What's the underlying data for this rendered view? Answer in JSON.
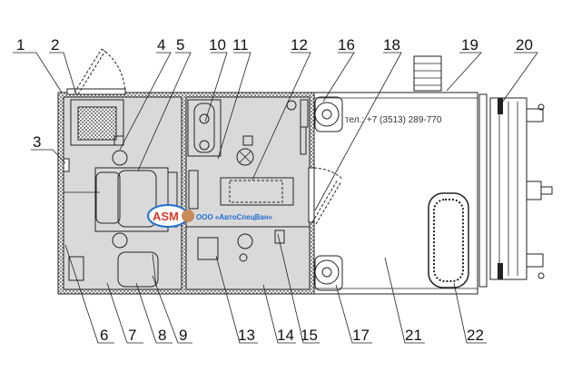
{
  "callouts": [
    "1",
    "2",
    "3",
    "4",
    "5",
    "6",
    "7",
    "8",
    "9",
    "10",
    "11",
    "12",
    "13",
    "14",
    "15",
    "16",
    "17",
    "18",
    "19",
    "20",
    "21",
    "22"
  ],
  "phone": "тел.: +7 (3513) 289-770",
  "logo": {
    "mark": "ASM",
    "company": "ООО «АвтоСпецВан»"
  },
  "colors": {
    "interior": "#d9d9d9",
    "lines": "#222222",
    "logo_blue": "#1f6fd0",
    "logo_red": "#d83a2a"
  }
}
